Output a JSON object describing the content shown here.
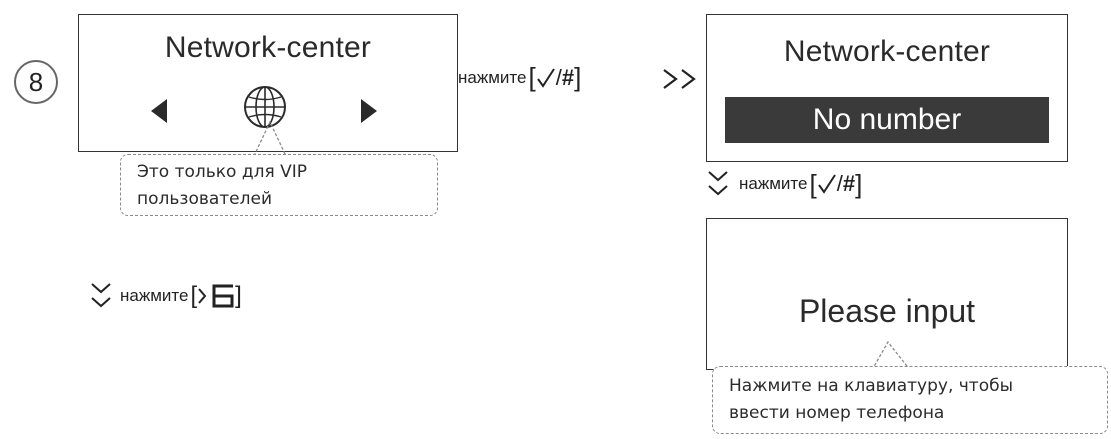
{
  "step": {
    "number": "8"
  },
  "screen1": {
    "title": "Network-center"
  },
  "callout1": {
    "line1": "Это только для VIP",
    "line2": "пользователей"
  },
  "press": {
    "label": "нажмите"
  },
  "screen2": {
    "title": "Network-center",
    "selected": "No number"
  },
  "screen3": {
    "prompt": "Please input"
  },
  "callout2": {
    "line1": "Нажмите на клавиатуру, чтобы",
    "line2": "ввести номер телефона"
  },
  "icons": {
    "left_arrow": "left-triangle",
    "right_arrow": "right-triangle",
    "globe": "globe",
    "next": "double-chevron-right",
    "down": "double-chevron-down",
    "confirm_key": "check-hash",
    "six_key": "6"
  }
}
